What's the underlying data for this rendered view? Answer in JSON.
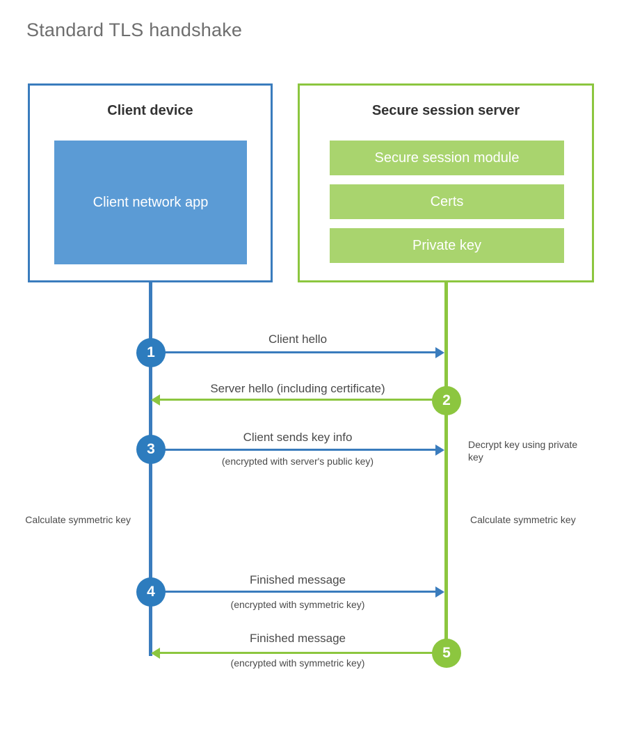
{
  "title": "Standard TLS handshake",
  "colors": {
    "client_accent": "#3a7cbd",
    "client_block": "#5b9bd5",
    "client_circle": "#2d7cbe",
    "server_accent": "#8cc63f",
    "server_block": "#a9d46e",
    "text_dark": "#333333",
    "text_body": "#4a4a4a",
    "title_gray": "#6e6e6e",
    "background": "#ffffff"
  },
  "actors": {
    "client": {
      "title": "Client device",
      "blocks": [
        {
          "label": "Client network app"
        }
      ]
    },
    "server": {
      "title": "Secure session server",
      "blocks": [
        {
          "label": "Secure session module"
        },
        {
          "label": "Certs"
        },
        {
          "label": "Private key"
        }
      ]
    }
  },
  "messages": [
    {
      "step": "1",
      "label": "Client hello",
      "sublabel": "",
      "direction": "client-to-server",
      "color": "blue"
    },
    {
      "step": "2",
      "label": "Server hello (including certificate)",
      "sublabel": "",
      "direction": "server-to-client",
      "color": "green"
    },
    {
      "step": "3",
      "label": "Client sends key info",
      "sublabel": "(encrypted with server's public key)",
      "direction": "client-to-server",
      "color": "blue"
    },
    {
      "step": "4",
      "label": "Finished message",
      "sublabel": "(encrypted with symmetric key)",
      "direction": "client-to-server",
      "color": "blue"
    },
    {
      "step": "5",
      "label": "Finished message",
      "sublabel": "(encrypted with symmetric key)",
      "direction": "server-to-client",
      "color": "green"
    }
  ],
  "annotations": {
    "decrypt_key": "Decrypt key using private key",
    "client_calculate": "Calculate symmetric key",
    "server_calculate": "Calculate symmetric key"
  }
}
